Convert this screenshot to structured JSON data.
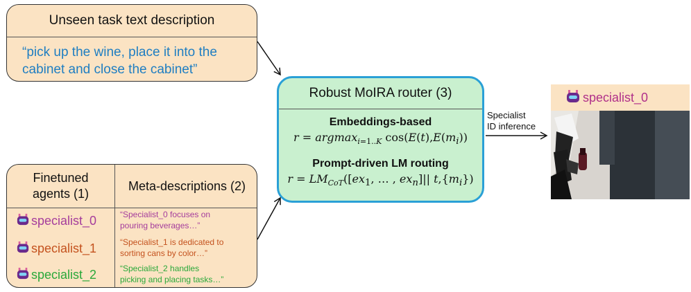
{
  "task": {
    "title": "Unseen task text description",
    "description_line1": "“pick up the wine, place it into the",
    "description_line2": "cabinet and close the cabinet”"
  },
  "agents_table": {
    "col1_header_line1": "Finetuned",
    "col1_header_line2": "agents (1)",
    "col2_header": "Meta-descriptions (2)",
    "rows": [
      {
        "name": "specialist_0",
        "color": "#a53d9c",
        "meta_line1": "“Specialist_0 focuses on",
        "meta_line2": "pouring beverages…”"
      },
      {
        "name": "specialist_1",
        "color": "#c4521e",
        "meta_line1": "“Specialist_1 is dedicated to",
        "meta_line2": "sorting cans by color…”"
      },
      {
        "name": "specialist_2",
        "color": "#2aa83a",
        "meta_line1": "“Specialist_2 handles",
        "meta_line2": "picking and placing tasks…”"
      }
    ]
  },
  "router": {
    "title": "Robust MoIRA router (3)",
    "method1_title": "Embeddings-based",
    "method2_title": "Prompt-driven LM routing"
  },
  "annotation": {
    "line1": "Specialist",
    "line2": "ID inference"
  },
  "result": {
    "label": "specialist_0"
  },
  "icons": [
    "robot-icon",
    "arrow-icon"
  ],
  "colors": {
    "orange_fill": "#fbe3c3",
    "green_fill": "#c9f0cf",
    "router_border": "#2aa0d6",
    "task_text": "#1f7ec2"
  }
}
